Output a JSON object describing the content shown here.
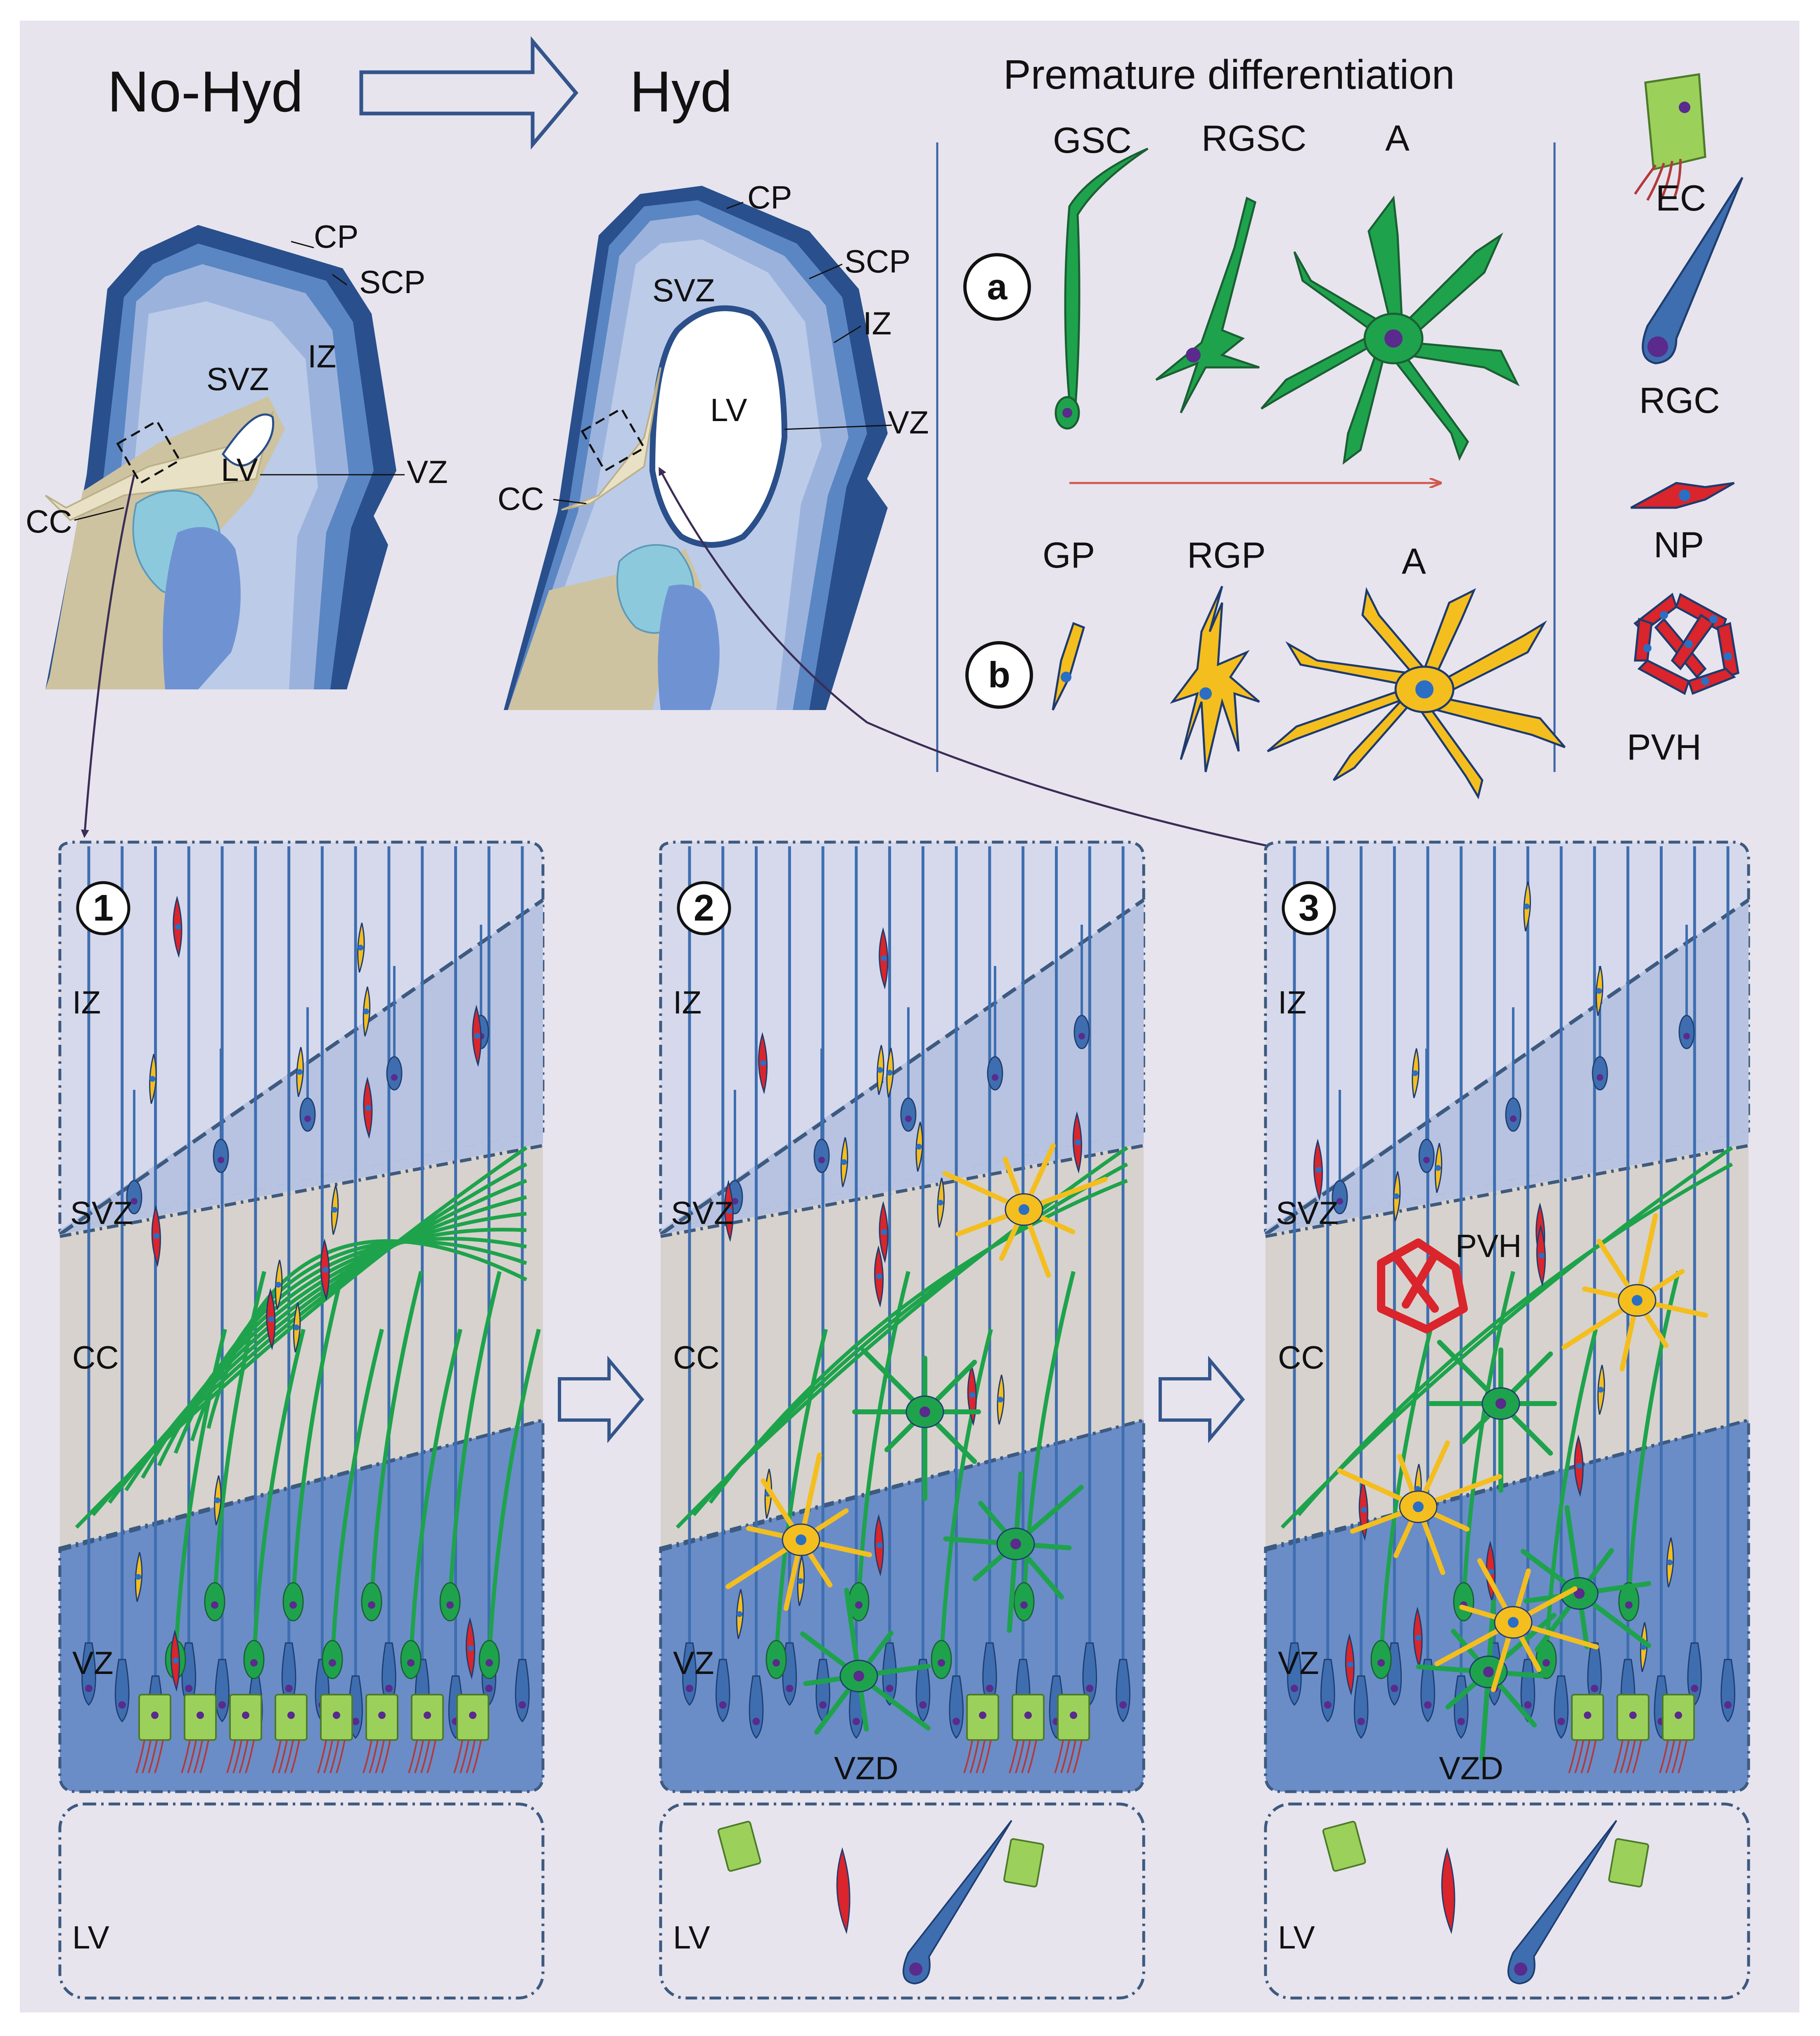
{
  "header": {
    "left_label": "No-Hyd",
    "right_label": "Hyd"
  },
  "section_a_b": {
    "title": "Premature differentiation",
    "row_a": {
      "marker": "a",
      "cells": [
        "GSC",
        "RGSC",
        "A"
      ]
    },
    "row_b": {
      "marker": "b",
      "cells": [
        "GP",
        "RGP",
        "A"
      ]
    }
  },
  "legend": [
    "EC",
    "RGC",
    "NP",
    "PVH"
  ],
  "brain_nohyd": {
    "labels": [
      "CP",
      "SCP",
      "IZ",
      "SVZ",
      "LV",
      "VZ",
      "CC"
    ]
  },
  "brain_hyd": {
    "labels": [
      "CP",
      "SCP",
      "SVZ",
      "IZ",
      "LV",
      "VZ",
      "CC"
    ]
  },
  "panels": [
    {
      "number": "1",
      "zones": [
        "IZ",
        "SVZ",
        "CC",
        "VZ",
        "LV"
      ],
      "extra": []
    },
    {
      "number": "2",
      "zones": [
        "IZ",
        "SVZ",
        "CC",
        "VZ",
        "LV"
      ],
      "extra": [
        "VZD"
      ]
    },
    {
      "number": "3",
      "zones": [
        "IZ",
        "SVZ",
        "CC",
        "VZ",
        "LV"
      ],
      "extra": [
        "VZD",
        "PVH"
      ]
    }
  ],
  "colors": {
    "background": "#e7e4ee",
    "iz": "#d6d9ec",
    "svz": "#b7c3e0",
    "cc": "#d7d2cd",
    "vz": "#6a8dc8",
    "border": "#3d5a80",
    "rgc": "#3e6eb0",
    "green": "#1ea34c",
    "yellow": "#f4be1f",
    "red": "#d9252b",
    "ec": "#9bd15a"
  }
}
